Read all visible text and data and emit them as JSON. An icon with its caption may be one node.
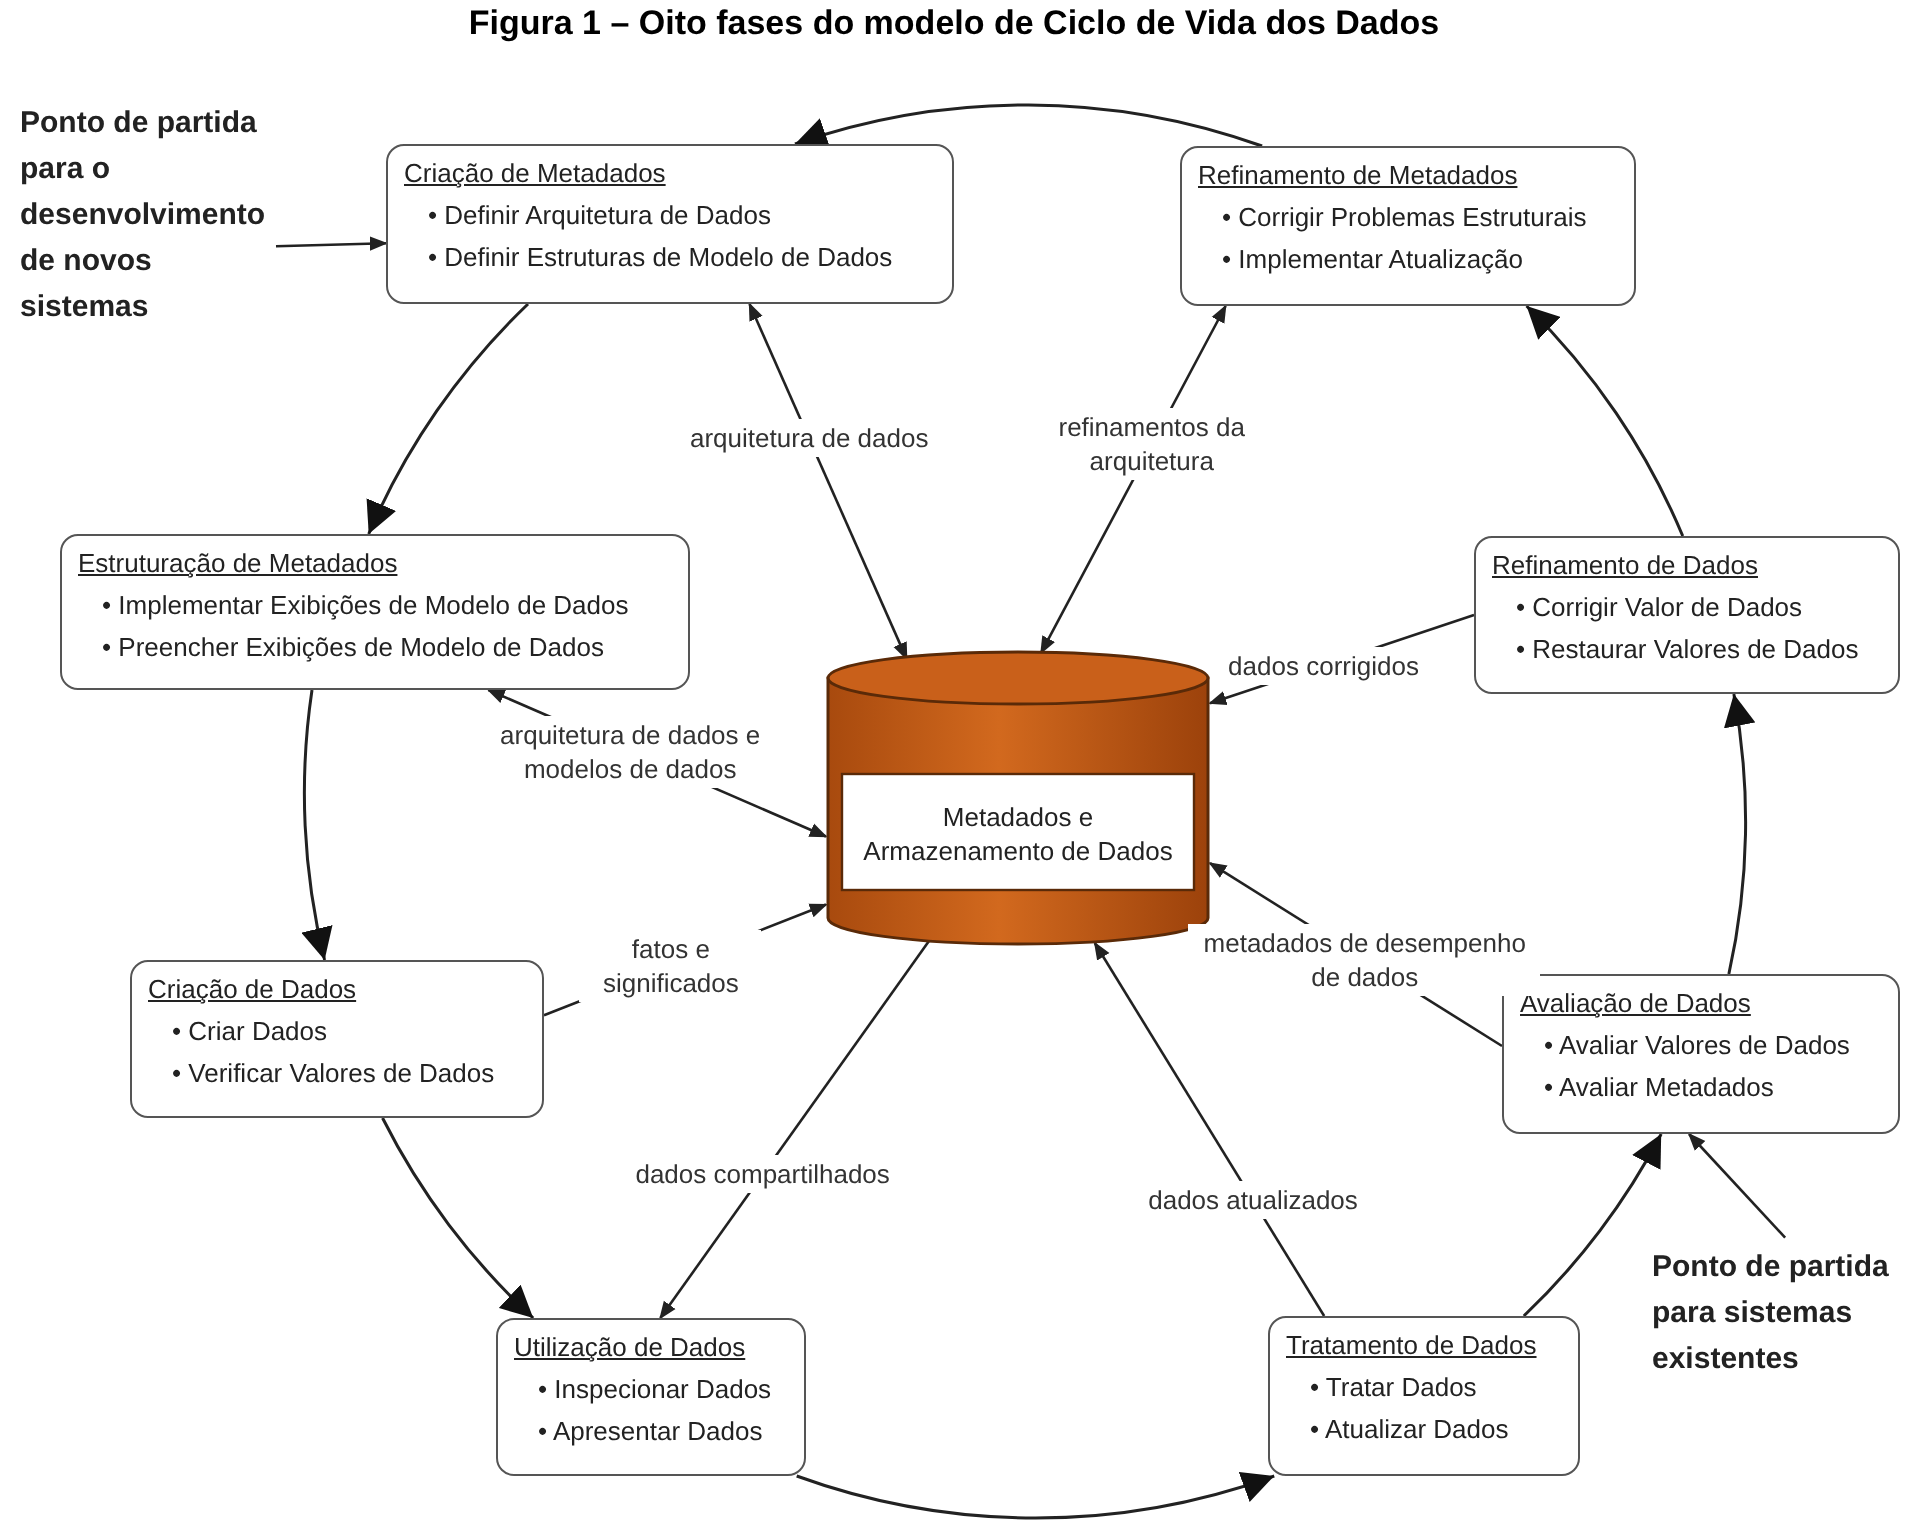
{
  "diagram": {
    "title": "Figura 1 – Oito fases do modelo de Ciclo de Vida dos Dados",
    "nodes": [
      {
        "text": [
          "Criação de Metadados",
          "• Definir Arquitetura de Dados",
          "• Definir Estruturas de Modelo de Dados"
        ]
      },
      {
        "text": [
          "Refinamento de Metadados",
          "• Corrigir Problemas Estruturais",
          "• Implementar Atualização"
        ]
      },
      {
        "text": [
          "Estruturação de Metadados",
          "• Implementar Exibições de Modelo de Dados",
          "• Preencher Exibições de Modelo de Dados"
        ]
      },
      {
        "text": [
          "Refinamento de Dados",
          "• Corrigir Valor de Dados",
          "• Restaurar Valores de Dados"
        ]
      },
      {
        "text": [
          "Metadados e Armazenamento de Dados"
        ]
      },
      {
        "text": [
          "Criação de Dados",
          "• Criar Dados",
          "• Verificar Valores de Dados"
        ]
      },
      {
        "text": [
          "Avaliação de Dados",
          "• Avaliar Valores de Dados",
          "• Avaliar Metadados"
        ]
      },
      {
        "text": [
          "Utilização de Dados",
          "• Inspecionar Dados",
          "• Apresentar Dados"
        ]
      },
      {
        "text": [
          "Tratamento de Dados",
          "• Tratar Dados",
          "• Atualizar Dados"
        ]
      },
      {
        "text": [
          "Ponto de partida para o desenvolvimento de novos sistemas"
        ]
      },
      {
        "text": [
          "Ponto de partida para sistemas existentes"
        ]
      }
    ],
    "edges": [
      {
        "from": 1,
        "to": 0,
        "arrow": "to"
      },
      {
        "from": 0,
        "to": 2,
        "arrow": "to"
      },
      {
        "from": 2,
        "to": 5,
        "arrow": "to"
      },
      {
        "from": 5,
        "to": 7,
        "arrow": "to"
      },
      {
        "from": 7,
        "to": 8,
        "arrow": "to"
      },
      {
        "from": 8,
        "to": 6,
        "arrow": "to"
      },
      {
        "from": 6,
        "to": 3,
        "arrow": "to"
      },
      {
        "from": 3,
        "to": 1,
        "arrow": "to"
      },
      {
        "from": 4,
        "to": 0,
        "arrow": "both",
        "label": "arquitetura de dados"
      },
      {
        "from": 4,
        "to": 1,
        "arrow": "both",
        "label": "refinamentos da arquitetura"
      },
      {
        "from": 2,
        "to": 4,
        "arrow": "both",
        "label": "arquitetura de dados e modelos de dados"
      },
      {
        "from": 3,
        "to": 4,
        "arrow": "to",
        "label": "dados corrigidos"
      },
      {
        "from": 5,
        "to": 4,
        "arrow": "to",
        "label": "fatos e significados"
      },
      {
        "from": 4,
        "to": 7,
        "arrow": "to",
        "label": "dados compartilhados"
      },
      {
        "from": 6,
        "to": 4,
        "arrow": "to",
        "label": "metadados de desempenho de dados"
      },
      {
        "from": 8,
        "to": 4,
        "arrow": "to",
        "label": "dados atualizados"
      },
      {
        "from": 9,
        "to": 0,
        "arrow": "to"
      },
      {
        "from": 10,
        "to": 6,
        "arrow": "to"
      }
    ]
  }
}
